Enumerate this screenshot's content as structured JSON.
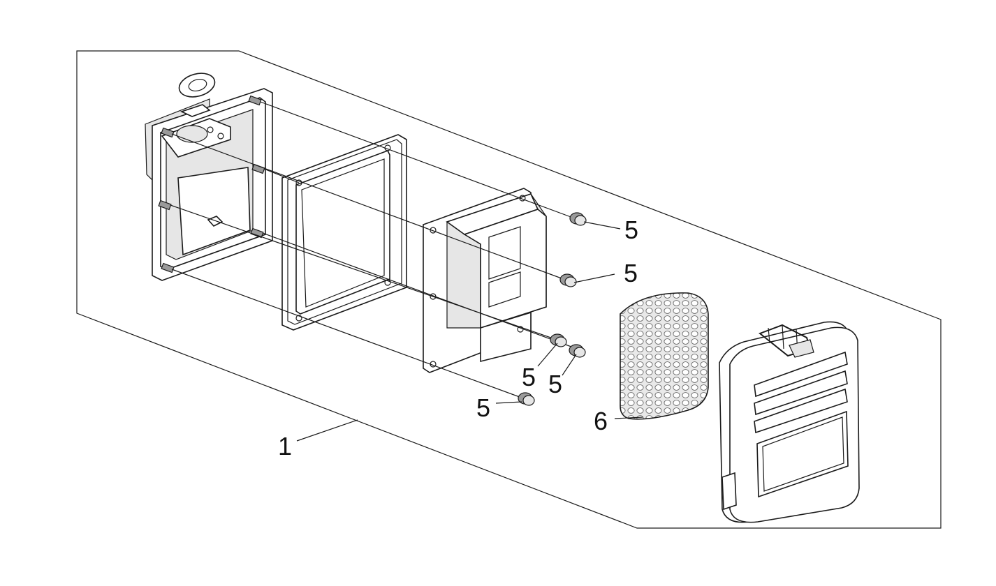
{
  "diagram": {
    "callouts": [
      {
        "id": "bolt-a",
        "label": "5"
      },
      {
        "id": "bolt-b",
        "label": "5"
      },
      {
        "id": "bolt-c",
        "label": "5"
      },
      {
        "id": "bolt-d",
        "label": "5"
      },
      {
        "id": "bolt-e",
        "label": "5"
      },
      {
        "id": "filter",
        "label": "6"
      },
      {
        "id": "assembly",
        "label": "1"
      }
    ]
  }
}
